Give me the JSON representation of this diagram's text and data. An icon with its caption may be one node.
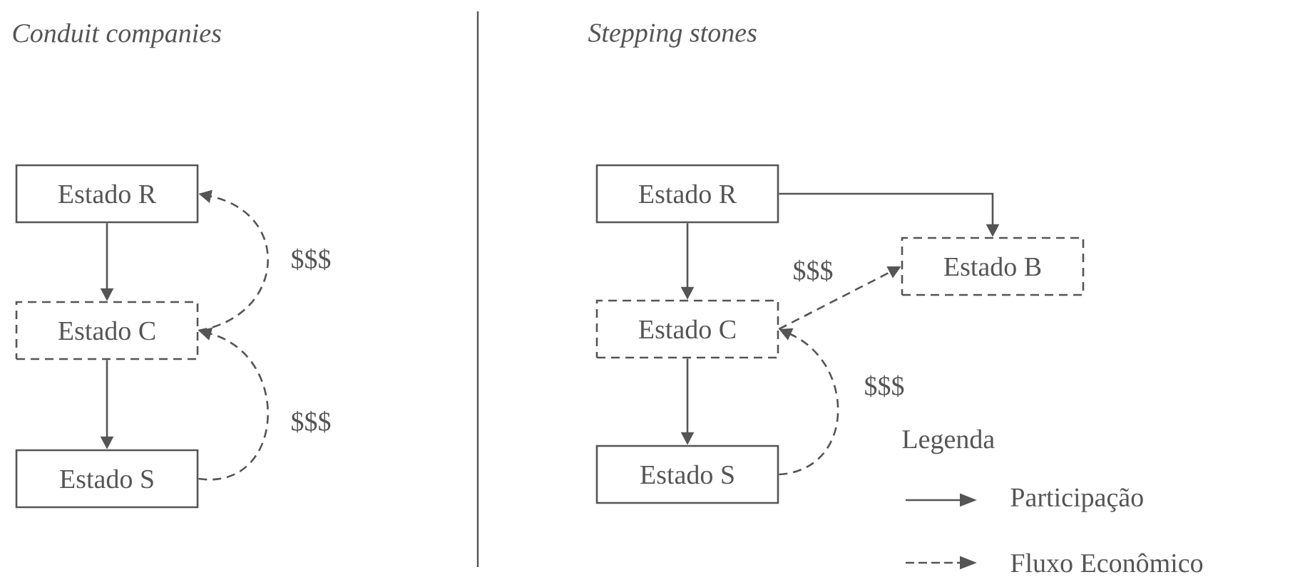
{
  "diagram": {
    "nodes": [
      {
        "text": [
          "Estado R"
        ]
      },
      {
        "text": [
          "Estado C"
        ]
      },
      {
        "text": [
          "Estado S"
        ]
      },
      {
        "text": [
          "Estado R"
        ]
      },
      {
        "text": [
          "Estado C"
        ]
      },
      {
        "text": [
          "Estado B"
        ]
      },
      {
        "text": [
          "Estado S"
        ]
      }
    ],
    "edges": [
      {
        "from": 0,
        "to": 1,
        "arrow": "to"
      },
      {
        "from": 1,
        "to": 2,
        "arrow": "to"
      },
      {
        "from": 1,
        "to": 0,
        "arrow": "to",
        "style": "dashed",
        "label": "$$$"
      },
      {
        "from": 2,
        "to": 1,
        "arrow": "to",
        "style": "dashed",
        "label": "$$$"
      },
      {
        "from": 3,
        "to": 4,
        "arrow": "to"
      },
      {
        "from": 3,
        "to": 5,
        "arrow": "to"
      },
      {
        "from": 4,
        "to": 6,
        "arrow": "to"
      },
      {
        "from": 4,
        "to": 5,
        "arrow": "to",
        "style": "dashed",
        "label": "$$$"
      },
      {
        "from": 6,
        "to": 4,
        "arrow": "to",
        "style": "dashed",
        "label": "$$$"
      }
    ],
    "labels": [
      "Conduit companies",
      "Stepping stones",
      "Legenda"
    ],
    "legend": [
      {
        "text": "Participação"
      },
      {
        "text": "Fluxo Econômico"
      }
    ]
  }
}
